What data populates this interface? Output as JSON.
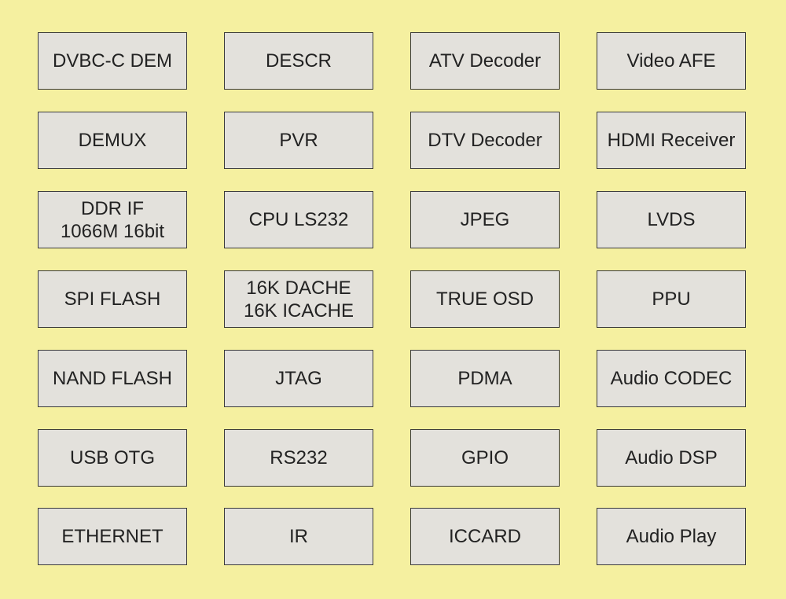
{
  "diagram": {
    "background_color": "#f5f0a0",
    "block_fill_color": "#e3e1dc",
    "block_border_color": "#3a3a3a",
    "rows": [
      [
        "DVBC-C  DEM",
        "DESCR",
        "ATV Decoder",
        "Video AFE"
      ],
      [
        "DEMUX",
        "PVR",
        "DTV Decoder",
        "HDMI Receiver"
      ],
      [
        "DDR IF\n1066M 16bit",
        "CPU LS232",
        "JPEG",
        "LVDS"
      ],
      [
        "SPI FLASH",
        "16K DACHE\n16K ICACHE",
        "TRUE OSD",
        "PPU"
      ],
      [
        "NAND FLASH",
        "JTAG",
        "PDMA",
        "Audio CODEC"
      ],
      [
        "USB OTG",
        "RS232",
        "GPIO",
        "Audio DSP"
      ],
      [
        "ETHERNET",
        "IR",
        "ICCARD",
        "Audio Play"
      ]
    ]
  }
}
